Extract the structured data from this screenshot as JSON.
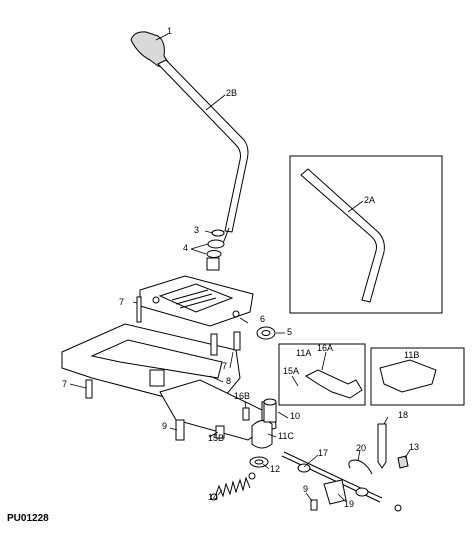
{
  "diagram_code": "PU01228",
  "callouts": {
    "c1": "1",
    "c2B": "2B",
    "c2A": "2A",
    "c3": "3",
    "c4": "4",
    "c5": "5",
    "c6": "6",
    "c7a": "7",
    "c7b": "7",
    "c7c": "7",
    "c8": "8",
    "c9a": "9",
    "c9b": "9",
    "c10": "10",
    "c11A": "11A",
    "c11B": "11B",
    "c11C": "11C",
    "c12": "12",
    "c13": "13",
    "c14": "14",
    "c15A": "15A",
    "c15B": "15B",
    "c16A": "16A",
    "c16B": "16B",
    "c17": "17",
    "c18": "18",
    "c19": "19",
    "c20": "20"
  }
}
